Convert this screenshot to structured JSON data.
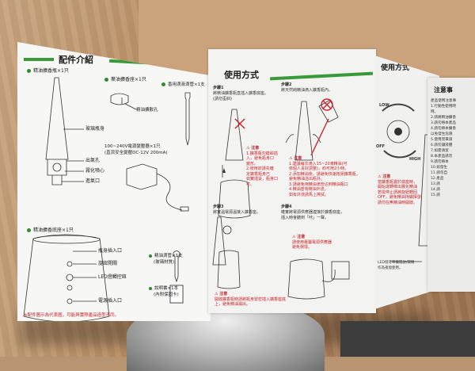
{
  "panel1": {
    "title": "配件介紹",
    "item_bottle": "精油擴香瓶×1只",
    "item_pad": "葉油擴香座×1只",
    "item_dropper": "香用滴液滴管×1支",
    "label_nozzle": "精油擴散孔",
    "label_glass": "玻璃瓶身",
    "label_outlet": "出氣孔",
    "label_wick": "霧化噴心",
    "label_intake": "進氣口",
    "adapter_1": "100~240V電源變壓器×1只",
    "adapter_2": "(直流安全變壓DC-12V 200mA)",
    "base_title": "精油擴香底座×1只",
    "label_insert": "瓶身插入口",
    "label_switch": "旋鈕開關",
    "label_led": "LED燈觸控鈕",
    "label_power": "電源插入口",
    "acc_dropper_1": "精油滴管×1支",
    "acc_dropper_2": "(玻璃材質)",
    "acc_manual_1": "說明書×1本",
    "acc_manual_2": "(內附保固卡)",
    "footnote": "※配件圖示為代表圖，可能與實際產品造型不同。"
  },
  "panel2": {
    "title": "使用方式",
    "step1_title": "步驟1",
    "step1_text": [
      "將精油擴香瓶直插入擴香底座。",
      "(請勿歪斜)"
    ],
    "step2_title": "步驟2",
    "step2_text": [
      "將天然純精油滴入擴香瓶內。"
    ],
    "note_label": "注意",
    "step1_note": [
      "1.擴香瓶勿錯斜插",
      "入，避免瓶身口",
      "變形。",
      "2.使用前請先確",
      "定擴香瓶身已",
      "如實插妥，瓶身口",
      "可。"
    ],
    "step2_note": [
      "1.建議每次滴入15~20滴精油(可",
      "依個人喜好調整)，約可用2小時。",
      "2.添加精油後，請避免快速搖晃擴香瓶，",
      "避免精油溢出瓶外。",
      "3.請避免用精油滴管沾到精油瓶口",
      "4.精油若有精油外流，",
      "如有外流請馬上擦拭。"
    ],
    "step3_title": "步驟3",
    "step3_text": [
      "將實溫電源溫接入擴香座。"
    ],
    "step4_title": "步驟4",
    "step4_text": [
      "確實將電源供應器連接於擴香底座，",
      "插入時會聽到「咔」一聲。"
    ],
    "step4_note": [
      "請使用專屬電源供應器",
      "避免損壞。"
    ],
    "step3_note": [
      "開啟擴香瓶時請將瓶身緊密插入擴香座底",
      "上，避免精油漏出。"
    ]
  },
  "panel3": {
    "title": "使用方式",
    "label_low": "LOW",
    "label_off": "OFF",
    "label_high": "HIGH",
    "note_label": "注意",
    "note_text": [
      "當擴香瓶置於底座時，",
      "開始運轉噴出霧化精油",
      "若需停止請將旋鈕轉回",
      "OFF，避免精油持續揮發",
      "請勿在無精油時開啟。"
    ],
    "led_note": [
      "LED燈可單獨開啟/關閉",
      "作為夜燈使用。"
    ]
  },
  "panel4": {
    "title": "注意事",
    "lines": [
      "產品使用注意事",
      "1.行動性使用時",
      "時。",
      "2.請將精油擴香",
      "3.請勿將本產品",
      "4.請勿將本擴香",
      "以免發生危險",
      "5.使用完畢請",
      "6.請勿讓液體",
      "7.如需清潔",
      "8.本產品請勿",
      "9.請勿將本",
      "10.如發生",
      "11.請勿自",
      "12.產品",
      "13.請",
      "14.請",
      "15.請"
    ]
  }
}
